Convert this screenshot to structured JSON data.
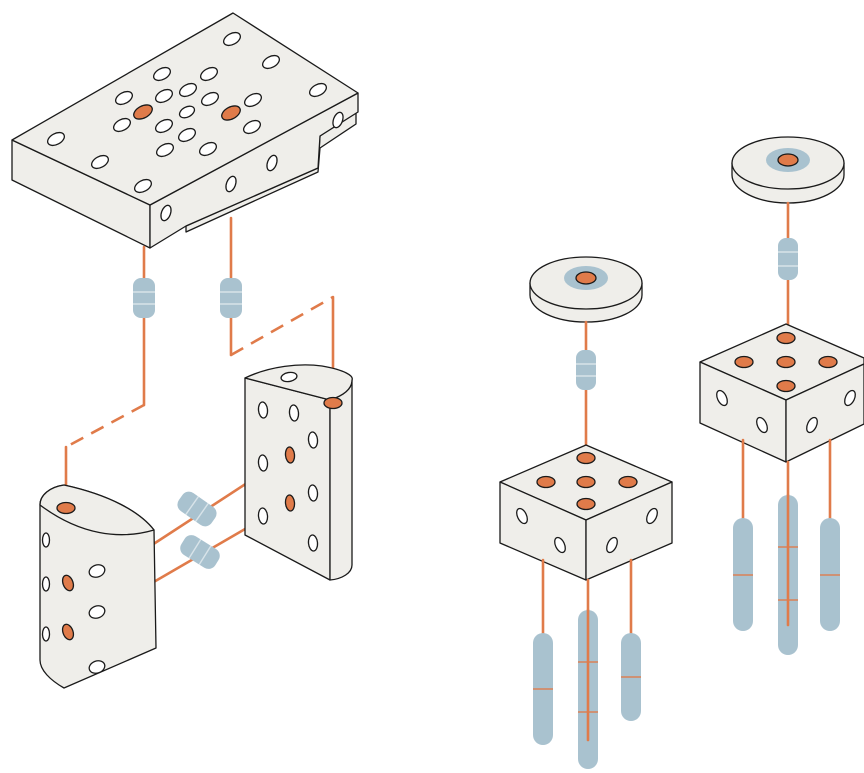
{
  "diagram": {
    "colors": {
      "block": "#efeeea",
      "outline": "#1a1a1a",
      "wire": "#e07b4a",
      "connector": "#a9c2cf",
      "background": "#ffffff"
    },
    "parts": [
      {
        "name": "mounting-plate",
        "holes_total": 23,
        "holes_active": 2
      },
      {
        "name": "half-cylinder-front",
        "holes_total": 8,
        "holes_active": 3
      },
      {
        "name": "half-cylinder-back",
        "holes_total": 10,
        "holes_active": 3
      },
      {
        "name": "sensor-cube-1",
        "holes_total": 9,
        "holes_active": 5,
        "probes": 3
      },
      {
        "name": "sensor-cube-2",
        "holes_total": 9,
        "holes_active": 5,
        "probes": 3
      },
      {
        "name": "disc-terminal-1",
        "icon": "disc-icon"
      },
      {
        "name": "disc-terminal-2",
        "icon": "disc-icon"
      }
    ]
  }
}
